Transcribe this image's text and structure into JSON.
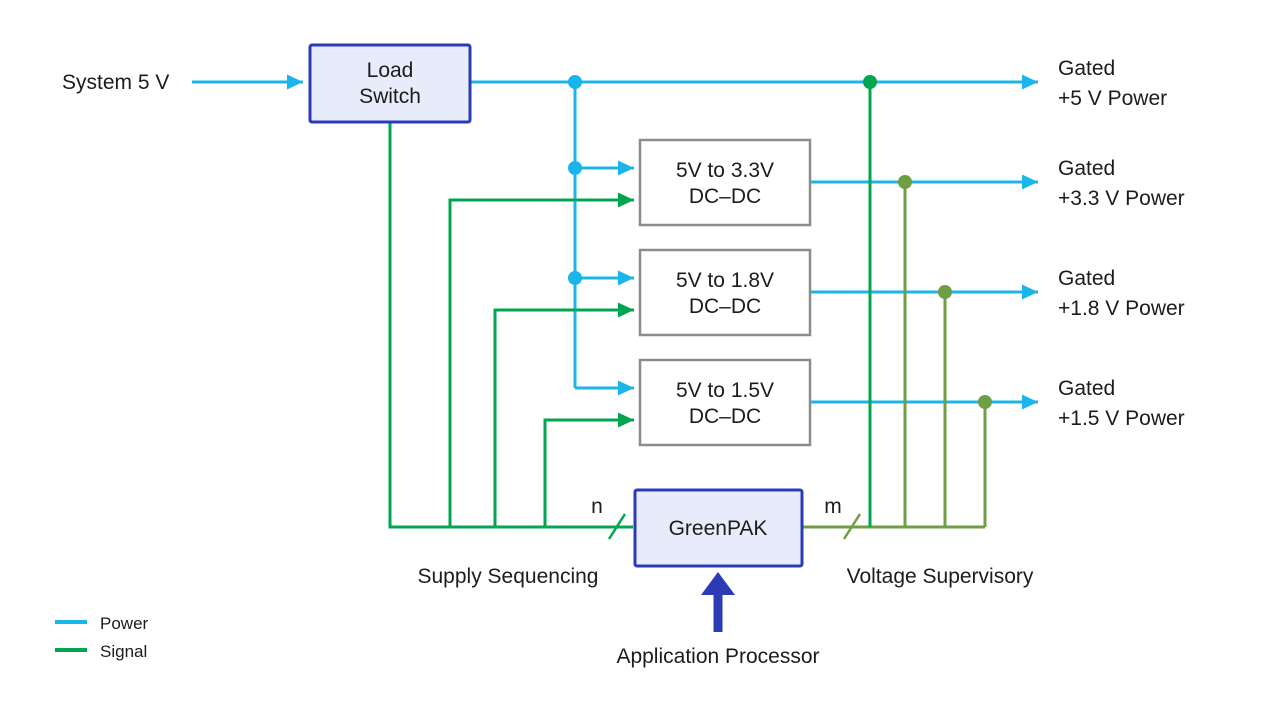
{
  "colors": {
    "power": "#1AB5EA",
    "signal": "#00A550",
    "supervisory": "#6F9E44",
    "block_accent": "#2B3BB5",
    "block_fill": "#E8ECFA",
    "converter_border": "#8C8C8C",
    "text": "#1C1C1E"
  },
  "input": {
    "label": "System 5 V"
  },
  "blocks": {
    "load_switch": {
      "line1": "Load",
      "line2": "Switch"
    },
    "greenpak": {
      "label": "GreenPAK"
    }
  },
  "converters": [
    {
      "line1": "5V to 3.3V",
      "line2": "DC–DC"
    },
    {
      "line1": "5V to 1.8V",
      "line2": "DC–DC"
    },
    {
      "line1": "5V to 1.5V",
      "line2": "DC–DC"
    }
  ],
  "outputs": [
    {
      "line1": "Gated",
      "line2": "+5 V Power"
    },
    {
      "line1": "Gated",
      "line2": "+3.3 V Power"
    },
    {
      "line1": "Gated",
      "line2": "+1.8 V Power"
    },
    {
      "line1": "Gated",
      "line2": "+1.5 V Power"
    }
  ],
  "buses": {
    "sequencing": "n",
    "supervisory": "m"
  },
  "captions": {
    "supply_sequencing": "Supply Sequencing",
    "voltage_supervisory": "Voltage Supervisory",
    "application_processor": "Application Processor"
  },
  "legend": {
    "power": "Power",
    "signal": "Signal"
  }
}
